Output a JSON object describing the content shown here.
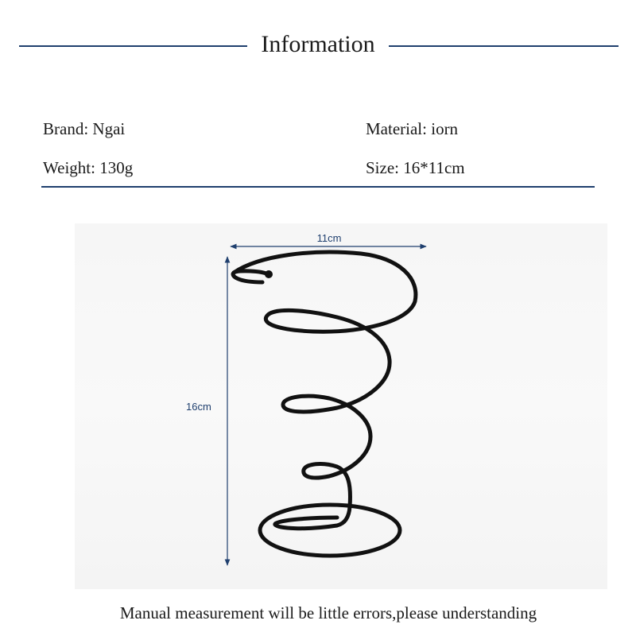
{
  "header": {
    "title": "Information",
    "accent_color": "#1f3f6e"
  },
  "specs": {
    "brand": {
      "label": "Brand",
      "value": "Ngai"
    },
    "material": {
      "label": "Material",
      "value": "iorn"
    },
    "weight": {
      "label": "Weight",
      "value": "130g"
    },
    "size": {
      "label": "Size",
      "value": "16*11cm"
    }
  },
  "photo": {
    "subject": "spiral-stand",
    "width_label": "11cm",
    "height_label": "16cm",
    "dimension_color": "#1f3f6e",
    "wire_color": "#111111"
  },
  "note": {
    "text": "Manual measurement will be little errors,please understanding"
  }
}
